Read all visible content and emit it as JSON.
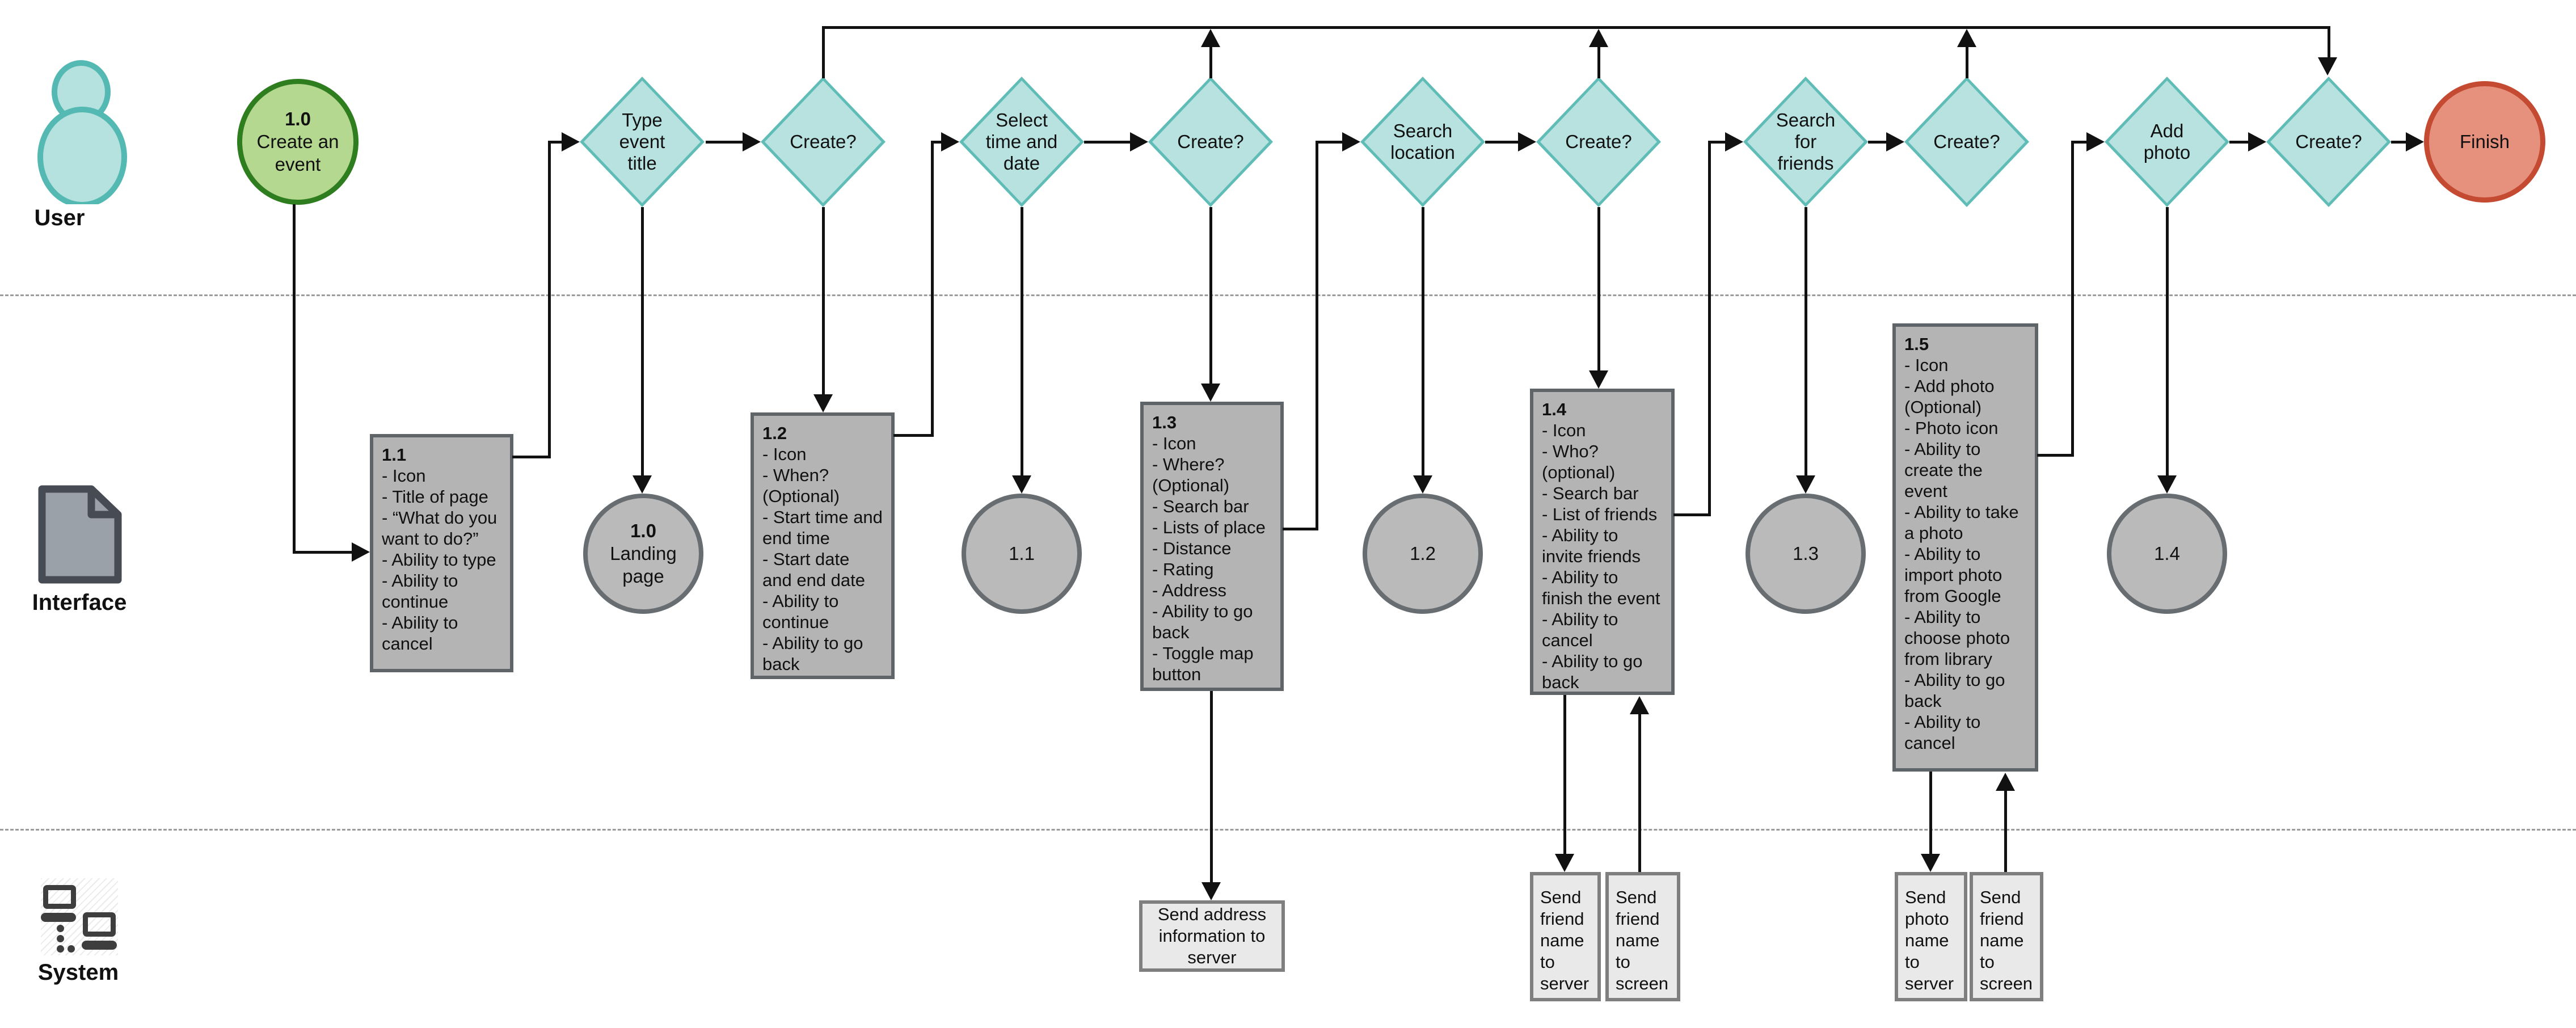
{
  "lanes": {
    "user": {
      "label": "User"
    },
    "interface": {
      "label": "Interface"
    },
    "system": {
      "label": "System"
    }
  },
  "flow": {
    "start": {
      "id": "1.0",
      "label": "Create an event"
    },
    "tasks": {
      "type_title": "Type event title",
      "select_time": "Select time and date",
      "search_location": "Search location",
      "search_friends": "Search for friends",
      "add_photo": "Add photo"
    },
    "create": "Create?",
    "finish": "Finish"
  },
  "interface": {
    "screens": {
      "s11": {
        "id": "1.1",
        "items": "- Icon\n- Title of page\n- “What do you want to do?”\n- Ability to type\n- Ability to continue\n- Ability to cancel"
      },
      "s12": {
        "id": "1.2",
        "items": "- Icon\n- When? (Optional)\n- Start time and end time\n- Start date and end date\n- Ability to continue\n- Ability to go back"
      },
      "s13": {
        "id": "1.3",
        "items": "- Icon\n- Where? (Optional)\n- Search bar\n- Lists of place\n- Distance\n- Rating\n- Address\n- Ability to go back\n- Toggle map button"
      },
      "s14": {
        "id": "1.4",
        "items": "- Icon\n- Who? (optional)\n- Search bar\n- List of friends\n- Ability to invite friends\n- Ability to finish the event\n- Ability to cancel\n- Ability to go back"
      },
      "s15": {
        "id": "1.5",
        "items": "- Icon\n- Add photo (Optional)\n- Photo icon\n- Ability to create the event\n- Ability to take a photo\n- Ability to import photo from Google\n- Ability to choose photo from library\n- Ability to go back\n- Ability to cancel"
      }
    },
    "pages": {
      "p10": {
        "id": "1.0",
        "label": "Landing page"
      },
      "p11": {
        "id": "1.1"
      },
      "p12": {
        "id": "1.2"
      },
      "p13": {
        "id": "1.3"
      },
      "p14": {
        "id": "1.4"
      }
    }
  },
  "system": {
    "send_address": "Send address information to server",
    "send_friend_server": "Send friend name to server",
    "send_friend_screen": "Send friend name to screen",
    "send_photo_server": "Send photo name to server",
    "send_friend_screen2": "Send friend name to screen"
  },
  "colors": {
    "task_fill": "#b8e2df",
    "task_border": "#5fbcb6",
    "start_fill": "#b4d88f",
    "start_border": "#2e7d1e",
    "finish_fill": "#e6917e",
    "finish_border": "#c44a31",
    "screen_fill": "#b4b4b4",
    "screen_border": "#5f6468",
    "system_fill": "#e9e9e9",
    "system_border": "#7f7f7f",
    "connector": "#111111"
  }
}
